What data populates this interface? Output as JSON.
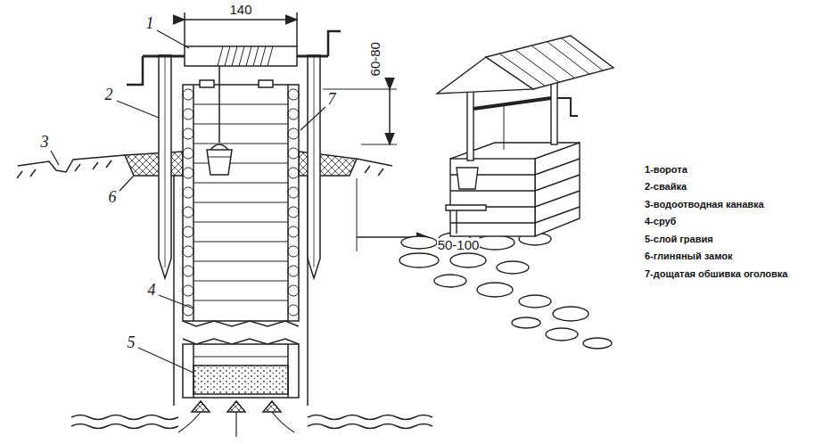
{
  "diagram": {
    "labels": [
      "1",
      "140",
      "60-80",
      "2",
      "7",
      "3",
      "6",
      "50-100",
      "4",
      "5",
      "1-ворота",
      "2-свайка",
      "3-водоотводная канавка",
      "4-сруб",
      "5-слой гравия",
      "6-глиняный замок",
      "7-дощатая обшивка оголовка"
    ]
  }
}
